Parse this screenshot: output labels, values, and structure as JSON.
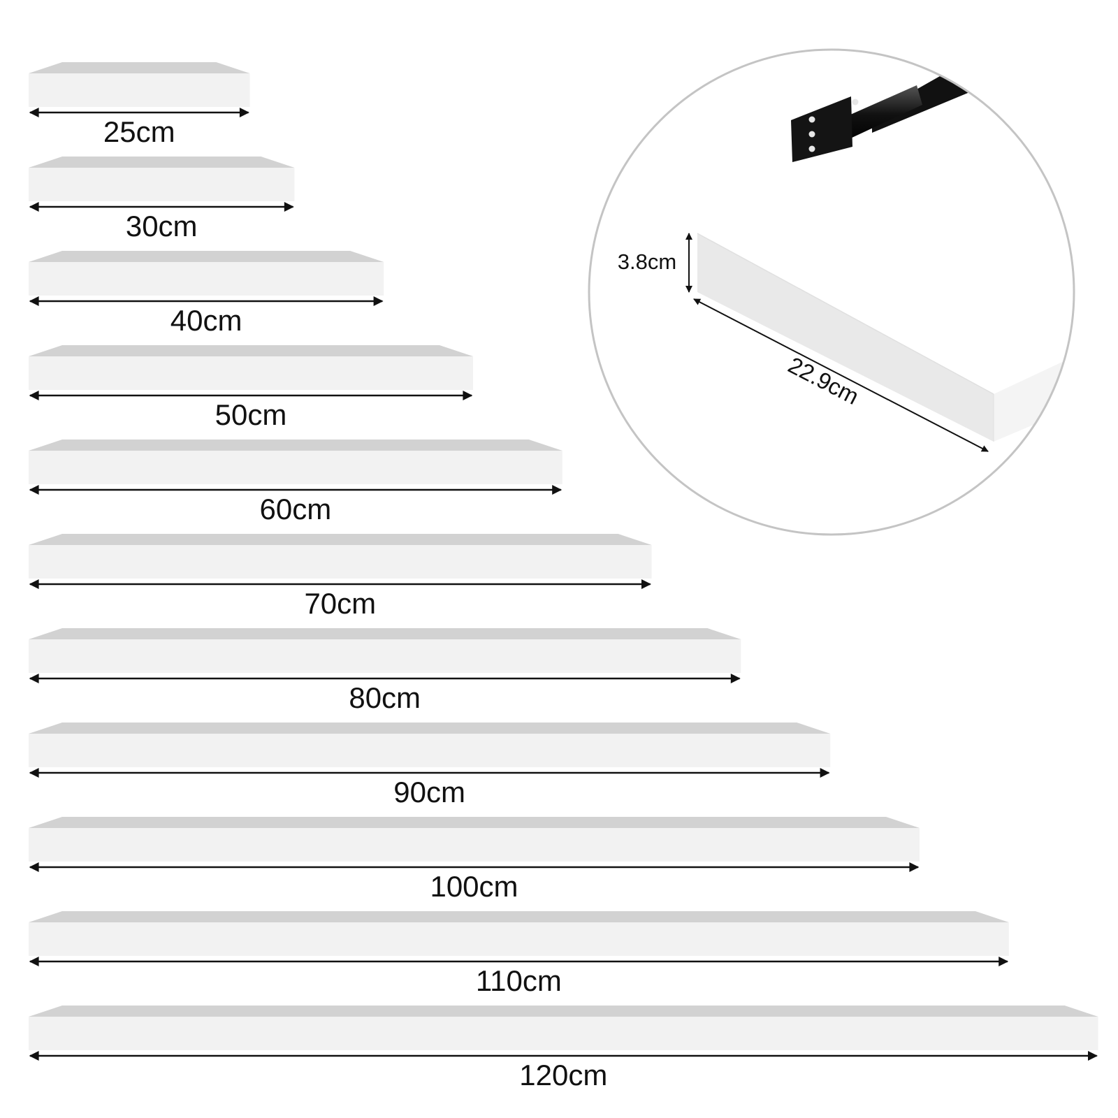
{
  "shelves": [
    {
      "length_cm": 25,
      "label": "25cm"
    },
    {
      "length_cm": 30,
      "label": "30cm"
    },
    {
      "length_cm": 40,
      "label": "40cm"
    },
    {
      "length_cm": 50,
      "label": "50cm"
    },
    {
      "length_cm": 60,
      "label": "60cm"
    },
    {
      "length_cm": 70,
      "label": "70cm"
    },
    {
      "length_cm": 80,
      "label": "80cm"
    },
    {
      "length_cm": 90,
      "label": "90cm"
    },
    {
      "length_cm": 100,
      "label": "100cm"
    },
    {
      "length_cm": 110,
      "label": "110cm"
    },
    {
      "length_cm": 120,
      "label": "120cm"
    }
  ],
  "detail": {
    "thickness_label": "3.8cm",
    "depth_label": "22.9cm"
  },
  "colors": {
    "shelf_front": "#f2f2f2",
    "shelf_top": "#d2d2d2",
    "arrow": "#111111",
    "bracket": "#1a1a1a",
    "circle_border": "#c4c4c4"
  }
}
